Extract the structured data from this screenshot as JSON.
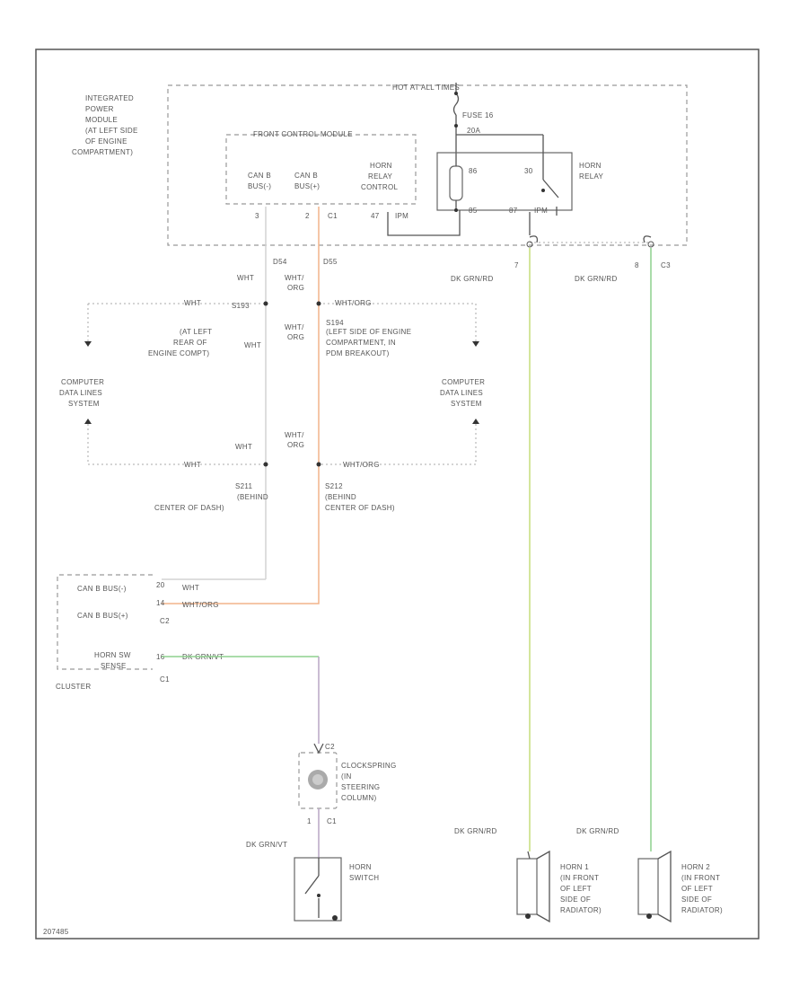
{
  "colors": {
    "white_wire": "#d4d4d4",
    "orange_wire": "#f2b48a",
    "green_wire": "#8ed08e",
    "yellowgreen_wire": "#c6de7c",
    "violet_wire": "#b8a6c4",
    "frame": "#555555"
  },
  "ipm": {
    "label_1": "INTEGRATED",
    "label_2": "POWER",
    "label_3": "MODULE",
    "label_4": "(AT LEFT SIDE",
    "label_5": "OF ENGINE",
    "label_6": "COMPARTMENT)",
    "hot_label": "HOT AT ALL TIMES",
    "fuse_label": "FUSE 16",
    "fuse_amps": "20A"
  },
  "fcm": {
    "title": "FRONT CONTROL MODULE",
    "canb_bus_minus_1": "CAN B",
    "canb_bus_minus_2": "BUS(-)",
    "canb_bus_plus_1": "CAN B",
    "canb_bus_plus_2": "BUS(+)",
    "horn_relay_1": "HORN",
    "horn_relay_2": "RELAY",
    "horn_relay_3": "CONTROL",
    "pin_3": "3",
    "pin_2": "2",
    "conn_c1": "C1",
    "pin_47": "47",
    "ipm_pin": "IPM"
  },
  "relay": {
    "pin_86": "86",
    "pin_30": "30",
    "pin_85": "85",
    "pin_87": "87",
    "label_1": "HORN",
    "label_2": "RELAY",
    "pin_ipm": "IPM",
    "conn_c3": "C3",
    "pin_7": "7",
    "pin_8": "8"
  },
  "wires": {
    "dk_grn_rd_1": "DK GRN/RD",
    "dk_grn_rd_2": "DK GRN/RD",
    "dk_grn_rd_3": "DK GRN/RD",
    "dk_grn_rd_4": "DK GRN/RD",
    "d54": "D54",
    "d55": "D55",
    "wht_1": "WHT",
    "wht_org_1a": "WHT/",
    "wht_org_1b": "ORG",
    "wht_2": "WHT",
    "wht_org_2": "WHT/ORG",
    "wht_3": "WHT",
    "wht_org_3a": "WHT/",
    "wht_org_3b": "ORG",
    "wht_4": "WHT",
    "wht_org_4a": "WHT/",
    "wht_org_4b": "ORG",
    "wht_5": "WHT",
    "wht_org_5": "WHT/ORG",
    "dk_grn_vt": "DK GRN/VT"
  },
  "splices": {
    "s193": "S193",
    "s193_loc_1": "(AT LEFT",
    "s193_loc_2": "REAR OF",
    "s193_loc_3": "ENGINE COMPT)",
    "s194": "S194",
    "s194_loc_1": "(LEFT SIDE OF ENGINE",
    "s194_loc_2": "COMPARTMENT, IN",
    "s194_loc_3": "PDM BREAKOUT)",
    "s211": "S211",
    "s211_loc_1": "(BEHIND",
    "s211_loc_2": "CENTER OF DASH)",
    "s212": "S212",
    "s212_loc_1": "(BEHIND",
    "s212_loc_2": "CENTER OF DASH)"
  },
  "systems": {
    "left_1": "COMPUTER",
    "left_2": "DATA LINES",
    "left_3": "SYSTEM",
    "right_1": "COMPUTER",
    "right_2": "DATA LINES",
    "right_3": "SYSTEM"
  },
  "cluster": {
    "canb_minus": "CAN B BUS(-)",
    "canb_plus": "CAN B BUS(+)",
    "horn_sw_1": "HORN SW",
    "horn_sw_2": "SENSE",
    "pin_20": "20",
    "pin_14": "14",
    "pin_16": "16",
    "wire_wht": "WHT",
    "wire_wht_org": "WHT/ORG",
    "wire_dk_grn_vt": "DK GRN/VT",
    "conn_c2": "C2",
    "conn_c1": "C1",
    "label": "CLUSTER"
  },
  "clockspring": {
    "conn_c2": "C2",
    "conn_c1": "C1",
    "pin_1": "1",
    "label_1": "CLOCKSPRING",
    "label_2": "(IN",
    "label_3": "STEERING",
    "label_4": "COLUMN)",
    "wire": "DK GRN/VT"
  },
  "horn_switch": {
    "label_1": "HORN",
    "label_2": "SWITCH"
  },
  "horn1": {
    "label_1": "HORN 1",
    "label_2": "(IN FRONT",
    "label_3": "OF LEFT",
    "label_4": "SIDE OF",
    "label_5": "RADIATOR)"
  },
  "horn2": {
    "label_1": "HORN 2",
    "label_2": "(IN FRONT",
    "label_3": "OF LEFT",
    "label_4": "SIDE OF",
    "label_5": "RADIATOR)"
  },
  "footer_code": "207485"
}
